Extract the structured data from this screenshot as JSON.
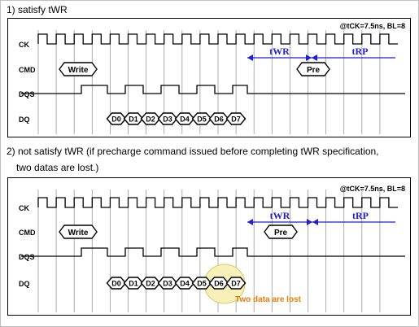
{
  "section1": {
    "title": "1) satisfy tWR",
    "params": "@tCK=7.5ns, BL=8",
    "signals": [
      "CK",
      "CMD",
      "DQS",
      "DQ"
    ],
    "command": "Write",
    "precharge": "Pre",
    "data_bits": [
      "D0",
      "D1",
      "D2",
      "D3",
      "D4",
      "D5",
      "D6",
      "D7"
    ],
    "twr_label": "tWR",
    "trp_label": "tRP"
  },
  "section2": {
    "title_line1": "2) not satisfy tWR (if precharge command issued before completing tWR specification,",
    "title_line2": "two datas are lost.)",
    "params": "@tCK=7.5ns, BL=8",
    "signals": [
      "CK",
      "CMD",
      "DQS",
      "DQ"
    ],
    "command": "Write",
    "precharge": "Pre",
    "data_bits": [
      "D0",
      "D1",
      "D2",
      "D3",
      "D4",
      "D5",
      "D6",
      "D7"
    ],
    "twr_label": "tWR",
    "trp_label": "tRP",
    "lost_note": "Two data are lost"
  },
  "colors": {
    "arrow": "#1f1fd6",
    "lost_text": "#f07a00",
    "highlight_fill": "#f7f0b8",
    "highlight_stroke": "#d9c96a",
    "gridline": "#9a9a9a"
  }
}
